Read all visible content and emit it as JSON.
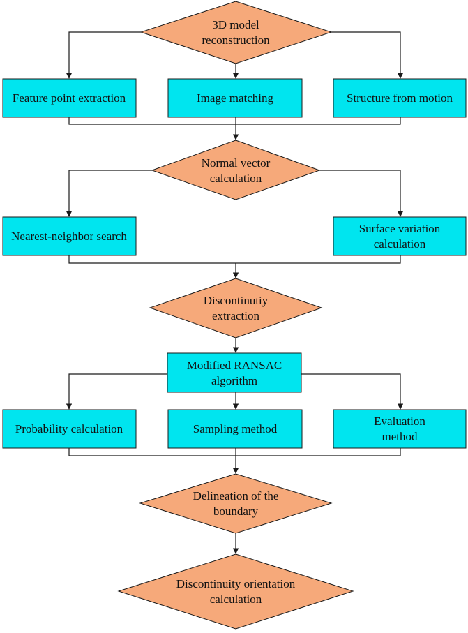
{
  "colors": {
    "process_fill": "#00e5ef",
    "decision_fill": "#f6a97a",
    "line": "#1a1a1a"
  },
  "nodes": {
    "reconstruction": {
      "lines": [
        "3D model",
        "reconstruction"
      ]
    },
    "feature_extraction": {
      "lines": [
        "Feature point extraction"
      ]
    },
    "image_matching": {
      "lines": [
        "Image matching"
      ]
    },
    "sfm": {
      "lines": [
        "Structure from motion"
      ]
    },
    "normal_vector": {
      "lines": [
        "Normal vector",
        "calculation"
      ]
    },
    "nn_search": {
      "lines": [
        "Nearest-neighbor search"
      ]
    },
    "surface_variation": {
      "lines": [
        "Surface variation",
        "calculation"
      ]
    },
    "discontinuity_extraction": {
      "lines": [
        "Discontinutiy",
        "extraction"
      ]
    },
    "ransac": {
      "lines": [
        "Modified RANSAC",
        "algorithm"
      ]
    },
    "probability": {
      "lines": [
        "Probability calculation"
      ]
    },
    "sampling": {
      "lines": [
        "Sampling method"
      ]
    },
    "evaluation": {
      "lines": [
        "Evaluation",
        "method"
      ]
    },
    "boundary": {
      "lines": [
        "Delineation of the",
        "boundary"
      ]
    },
    "orientation": {
      "lines": [
        "Discontinuity orientation",
        "calculation"
      ]
    }
  }
}
